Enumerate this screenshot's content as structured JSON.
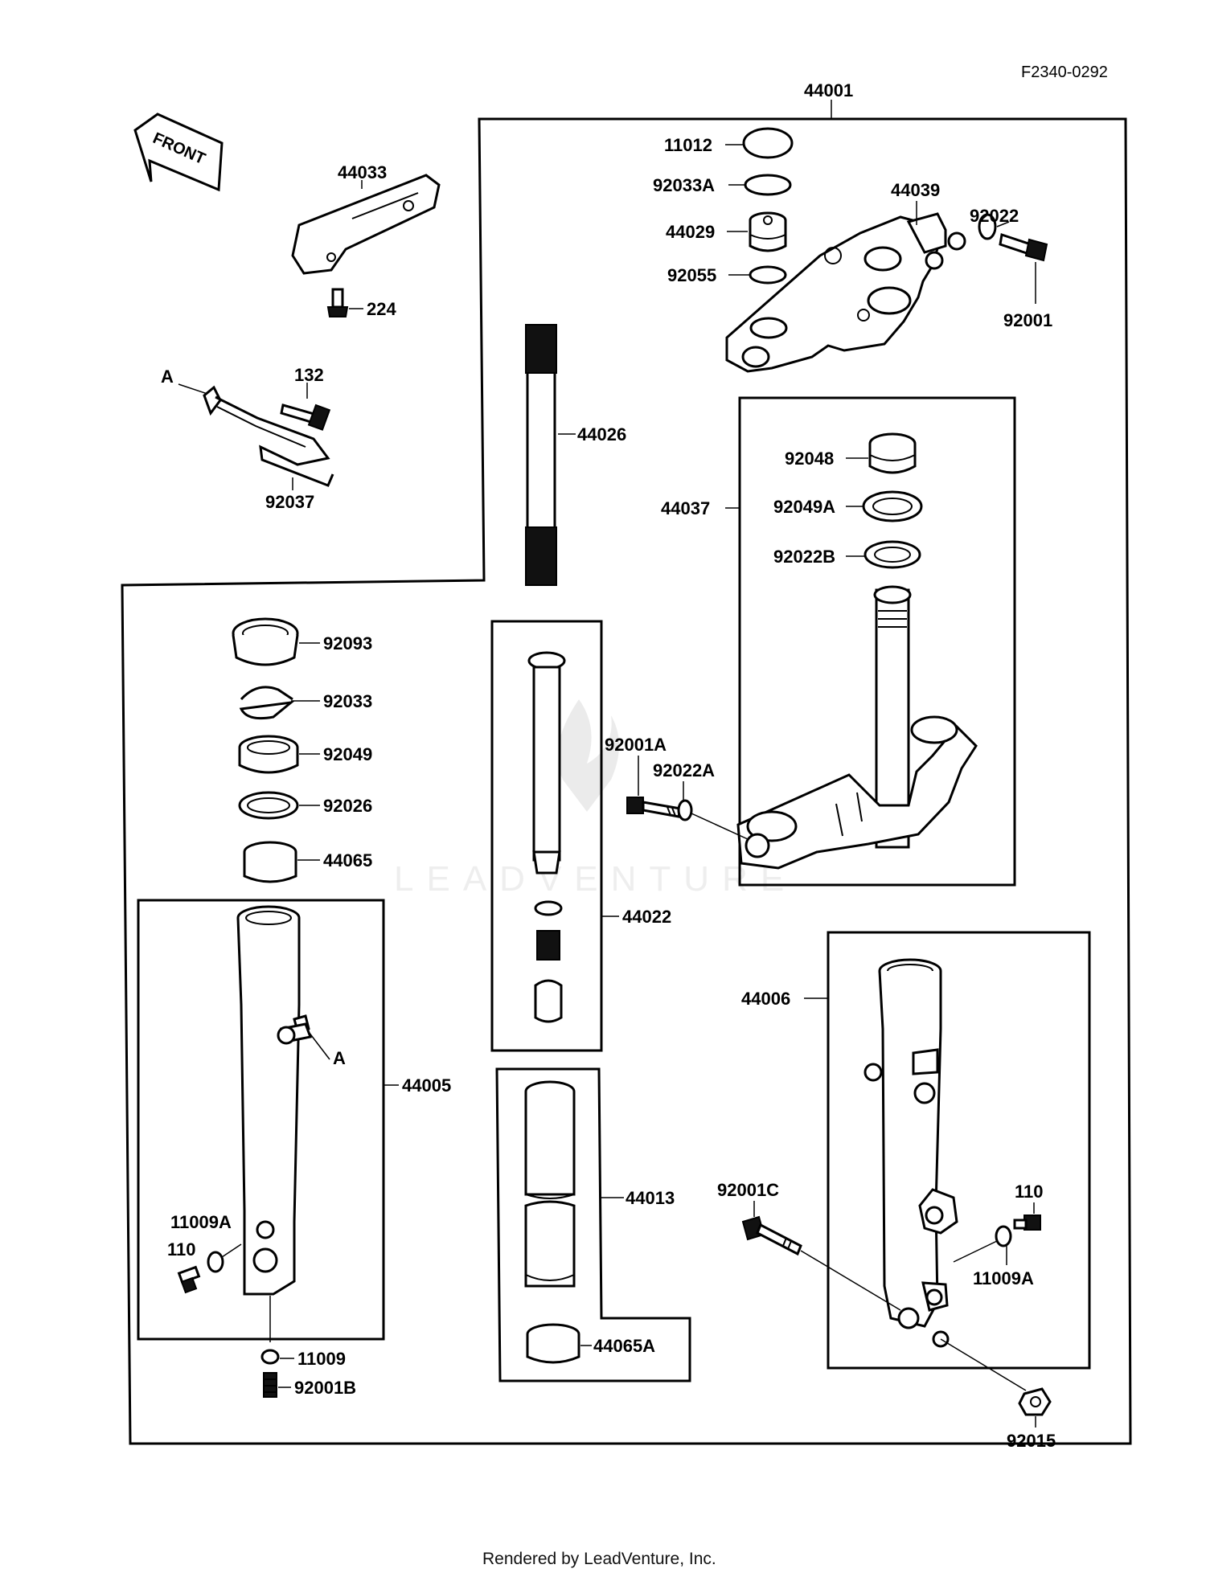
{
  "diagram": {
    "reference": "F2340-0292",
    "footer": "Rendered by LeadVenture, Inc.",
    "watermark": "LEADVENTURE",
    "front_tag": "FRONT",
    "marker_a": "A",
    "labels": {
      "p44001": "44001",
      "p11012": "11012",
      "p92033A": "92033A",
      "p44029": "44029",
      "p92055": "92055",
      "p44039": "44039",
      "p92022": "92022",
      "p92001": "92001",
      "p44033": "44033",
      "p224": "224",
      "p132": "132",
      "p92037": "92037",
      "p44026": "44026",
      "p44037": "44037",
      "p92048": "92048",
      "p92049A": "92049A",
      "p92022B": "92022B",
      "p92093": "92093",
      "p92033": "92033",
      "p92049": "92049",
      "p92026": "92026",
      "p44065": "44065",
      "p92001A": "92001A",
      "p92022A": "92022A",
      "p44022": "44022",
      "p44005": "44005",
      "p44006": "44006",
      "p44013": "44013",
      "p11009A_left": "11009A",
      "p110_left": "110",
      "p11009": "11009",
      "p92001B": "92001B",
      "p44065A": "44065A",
      "p92001C": "92001C",
      "p110_right": "110",
      "p11009A_right": "11009A",
      "p92015": "92015"
    }
  }
}
